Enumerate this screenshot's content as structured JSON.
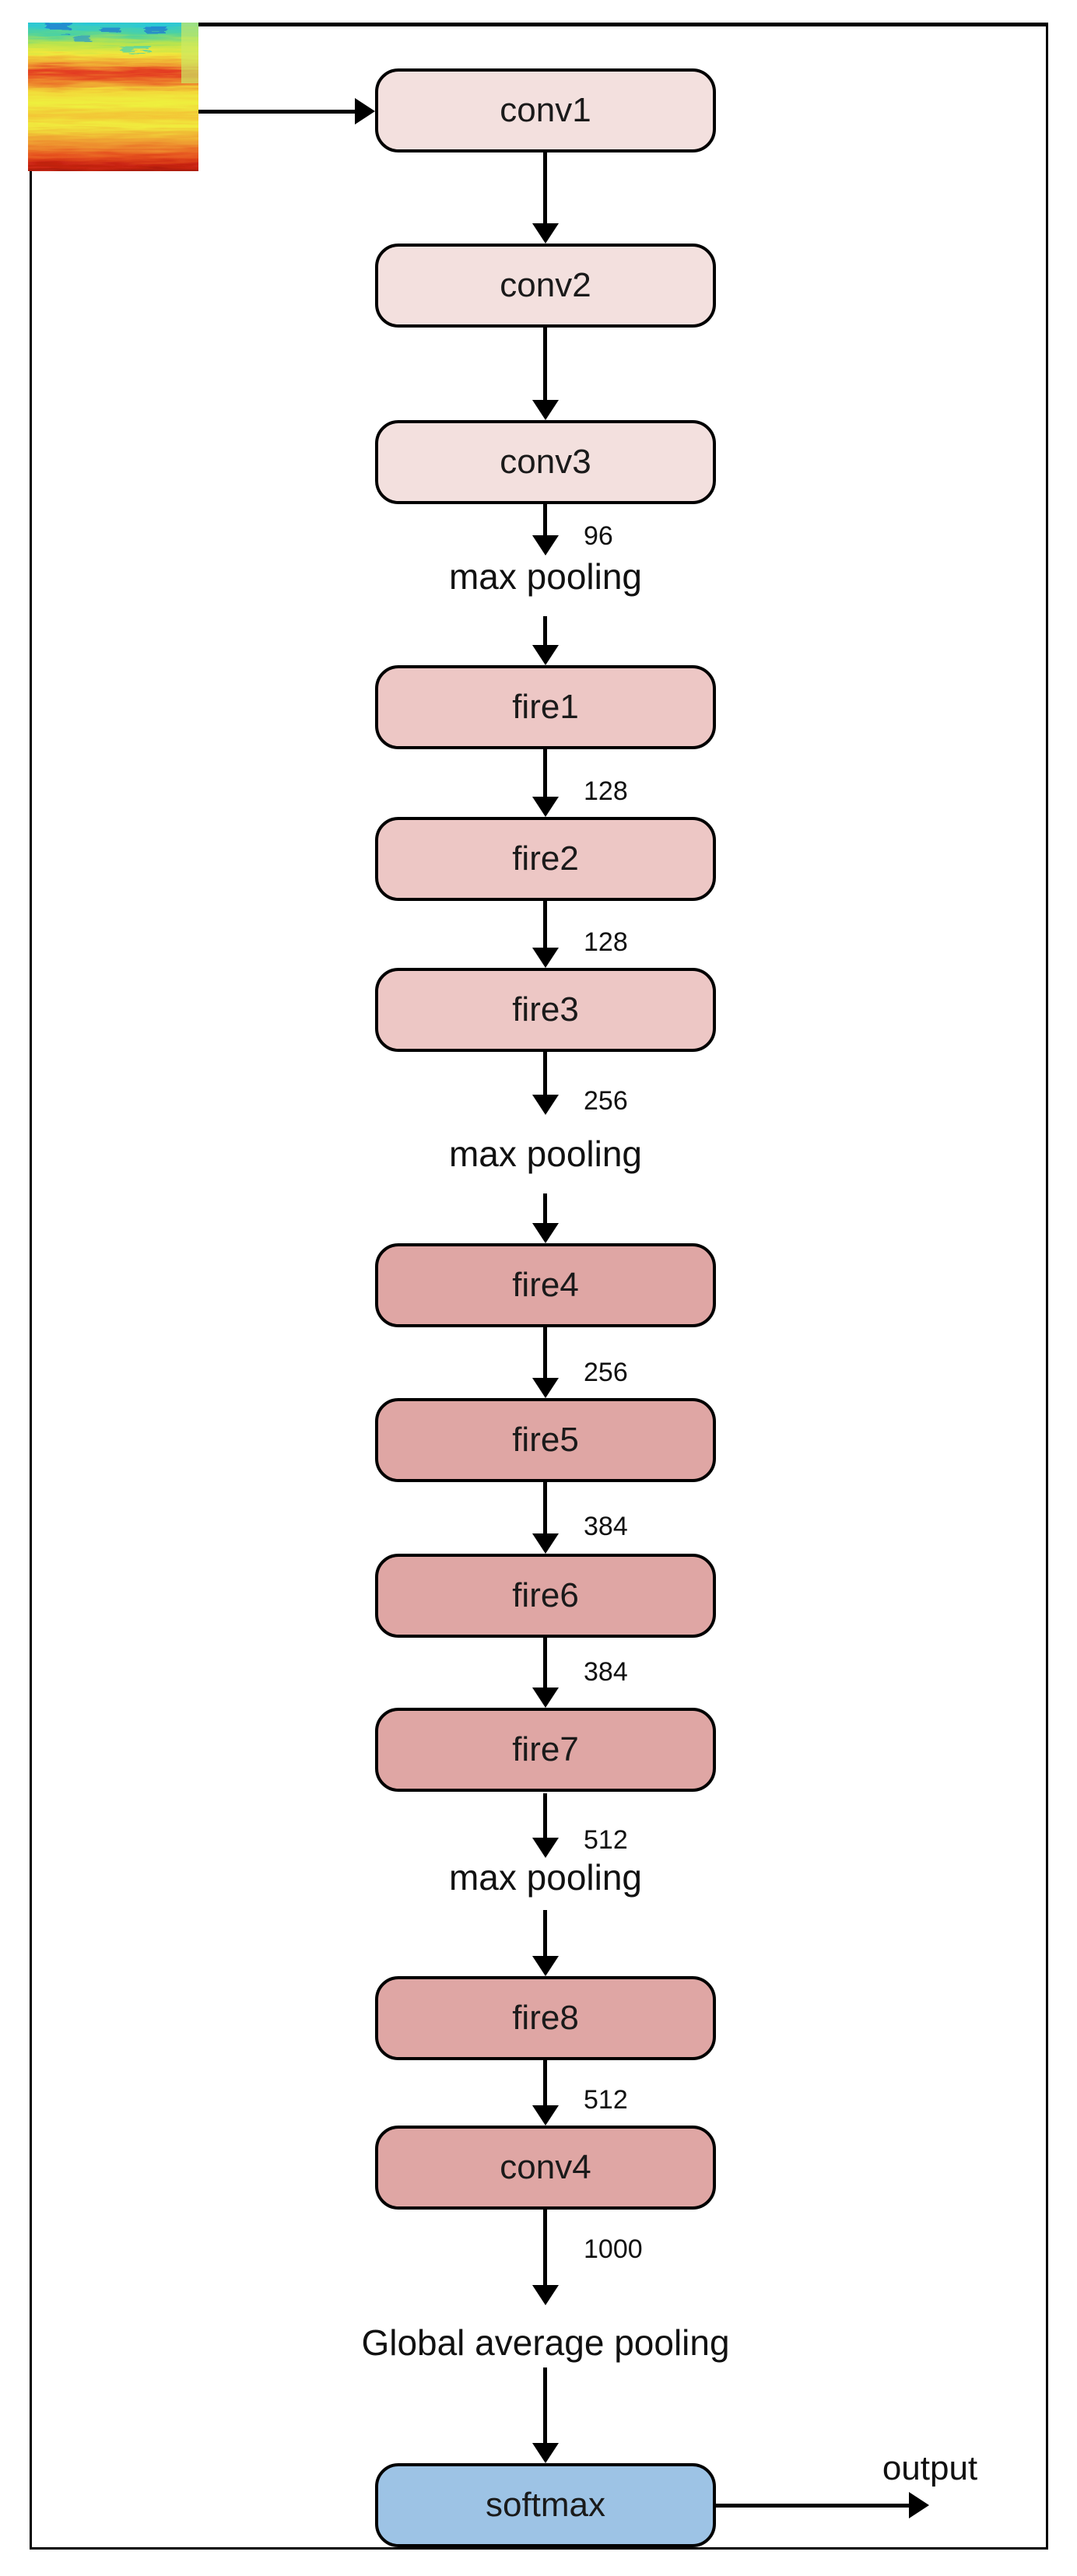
{
  "diagram": {
    "input_image_name": "audio-spectrogram",
    "nodes": [
      {
        "label": "conv1"
      },
      {
        "label": "conv2"
      },
      {
        "label": "conv3"
      },
      {
        "label": "fire1"
      },
      {
        "label": "fire2"
      },
      {
        "label": "fire3"
      },
      {
        "label": "fire4"
      },
      {
        "label": "fire5"
      },
      {
        "label": "fire6"
      },
      {
        "label": "fire7"
      },
      {
        "label": "fire8"
      },
      {
        "label": "conv4"
      },
      {
        "label": "softmax"
      }
    ],
    "channel_labels": [
      "96",
      "128",
      "128",
      "256",
      "256",
      "384",
      "384",
      "512",
      "512",
      "1000"
    ],
    "pooling_labels": [
      "max pooling",
      "max pooling",
      "max pooling"
    ],
    "global_pooling_label": "Global average pooling",
    "output_label": "output",
    "colors": {
      "conv_early_fill": "#f3e0de",
      "fire_mid_fill": "#edc7c5",
      "fire_late_fill": "#dfa6a4",
      "softmax_fill": "#9dc3e5",
      "stroke": "#000000",
      "background": "#ffffff"
    }
  }
}
